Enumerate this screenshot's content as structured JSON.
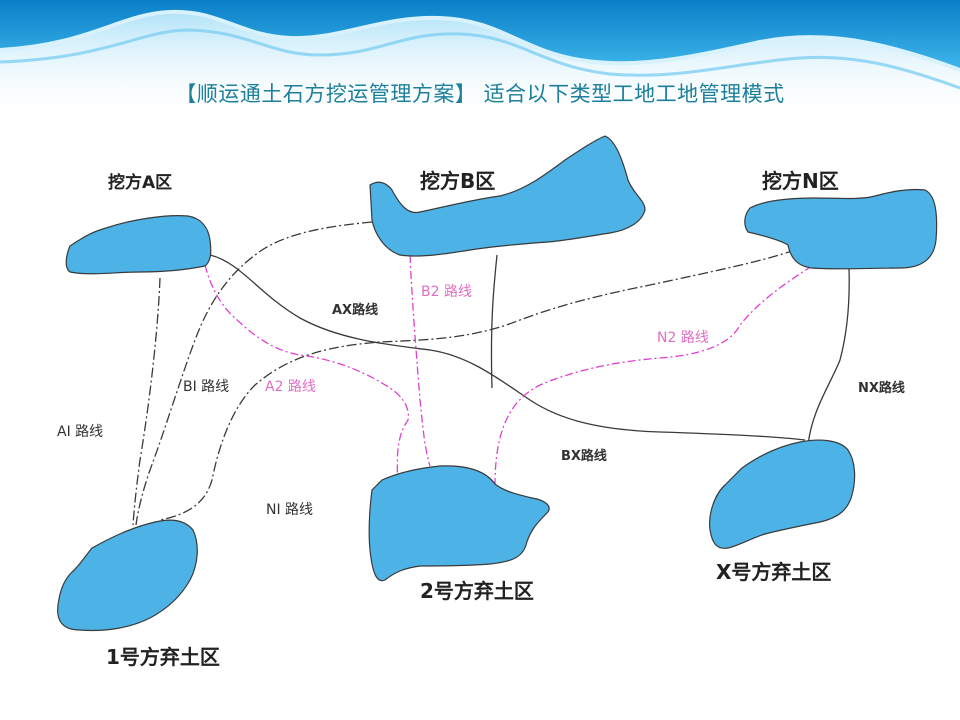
{
  "header": {
    "title": "【顺运通土石方挖运管理方案】   适合以下类型工地工地管理模式"
  },
  "colors": {
    "region_fill": "#4db3e6",
    "region_stroke": "#3a3a3a",
    "pink_route": "#e040d0",
    "dark_route": "#333333",
    "title": "#1c7f9b"
  },
  "areas": {
    "dig_a": "挖方A区",
    "dig_b": "挖方B区",
    "dig_n": "挖方N区",
    "dump_1": "1号方弃土区",
    "dump_2": "2号方弃土区",
    "dump_x": "X号方弃土区"
  },
  "routes": {
    "ax": "AX路线",
    "b2": "B2 路线",
    "n2": "N2 路线",
    "bi": "BI 路线",
    "a2": "A2 路线",
    "ai": "AI 路线",
    "nx": "NX路线",
    "bx": "BX路线",
    "ni": "NI 路线"
  }
}
